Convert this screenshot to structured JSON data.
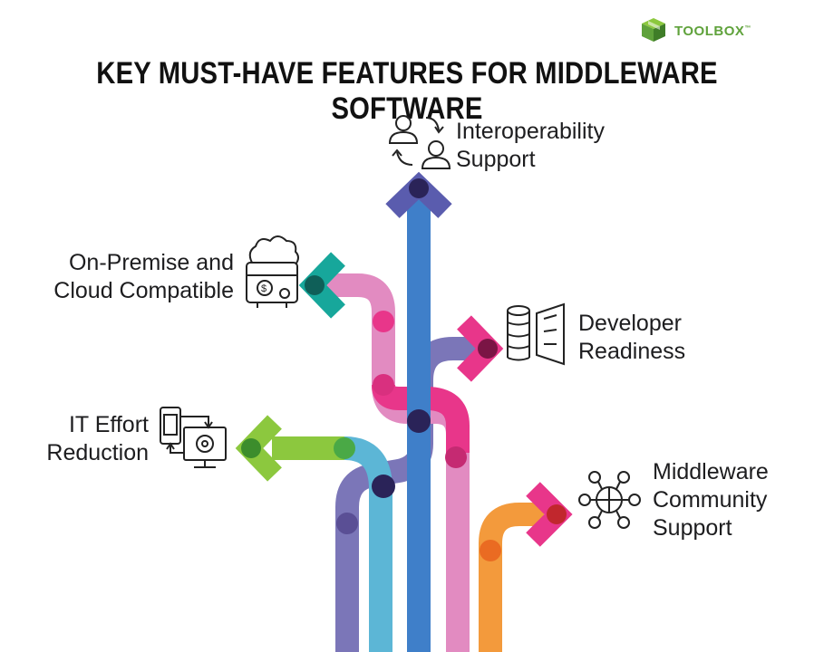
{
  "brand": {
    "name": "TOOLBOX",
    "trademark": "™",
    "color": "#5fa23b"
  },
  "title": "KEY MUST-HAVE FEATURES FOR MIDDLEWARE SOFTWARE",
  "features": {
    "interoperability": {
      "line1": "Interoperability",
      "line2": "Support",
      "icon": "users-exchange-icon"
    },
    "cloud": {
      "line1": "On-Premise and",
      "line2": "Cloud Compatible",
      "icon": "cloud-toolbox-icon"
    },
    "developer": {
      "line1": "Developer",
      "line2": "Readiness",
      "icon": "database-door-icon"
    },
    "it_effort": {
      "line1": "IT Effort",
      "line2": "Reduction",
      "icon": "device-sync-icon"
    },
    "community": {
      "line1": "Middleware",
      "line2": "Community",
      "line3": "Support",
      "icon": "network-hub-icon"
    }
  },
  "colors": {
    "blue": "#3f7fc9",
    "purple": "#7b76b8",
    "light_blue": "#5cb6d6",
    "pink_light": "#e28bc1",
    "pink": "#e8368a",
    "teal": "#17a79b",
    "green": "#8cc83e",
    "orange": "#f39a3c",
    "indigo": "#5a5cae",
    "overlap_dark": "#2a2358"
  }
}
